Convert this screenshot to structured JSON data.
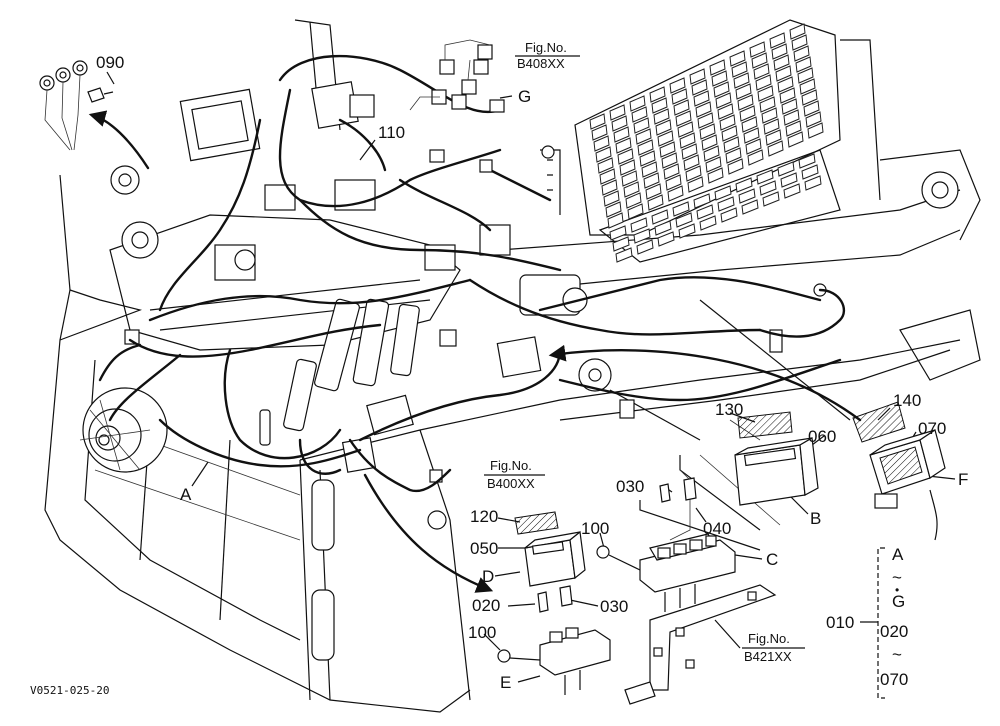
{
  "callouts": {
    "c090": "090",
    "c110": "110",
    "cG": "G",
    "cA": "A",
    "c140": "140",
    "c130": "130",
    "c060": "060",
    "c070": "070",
    "cF": "F",
    "c030a": "030",
    "c040": "040",
    "cB": "B",
    "c120": "120",
    "c100a": "100",
    "c050": "050",
    "cC": "C",
    "cD": "D",
    "c020a": "020",
    "c030b": "030",
    "c100b": "100",
    "cE": "E",
    "c010": "010"
  },
  "fig_refs": {
    "b408_fig": "Fig.No.",
    "b408_code": "B408XX",
    "b400_fig": "Fig.No.",
    "b400_code": "B400XX",
    "b421_fig": "Fig.No.",
    "b421_code": "B421XX"
  },
  "range_box": {
    "a": "A",
    "tilde1": "~",
    "g": "G",
    "n020": "020",
    "tilde2": "~",
    "n070": "070"
  },
  "footer_code": "V0521-025-20"
}
